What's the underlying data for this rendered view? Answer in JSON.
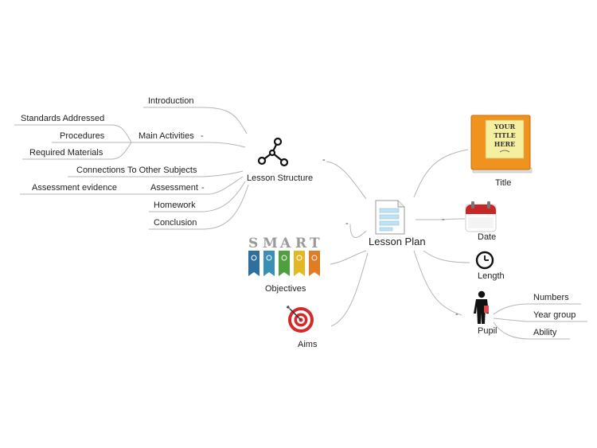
{
  "center": {
    "label": "Lesson Plan",
    "icon": "document-icon"
  },
  "lesson_structure": {
    "label": "Lesson Structure",
    "icon": "network-icon",
    "children": [
      {
        "label": "Introduction"
      },
      {
        "label": "Main Activities",
        "children": [
          {
            "label": "Standards Addressed"
          },
          {
            "label": "Procedures"
          },
          {
            "label": "Required Materials"
          }
        ]
      },
      {
        "label": "Connections To Other Subjects"
      },
      {
        "label": "Assessment",
        "children": [
          {
            "label": "Assessment evidence"
          }
        ]
      },
      {
        "label": "Homework"
      },
      {
        "label": "Conclusion"
      }
    ]
  },
  "objectives": {
    "label": "Objectives",
    "icon": "smart-ribbons-icon",
    "smart_letters": [
      "S",
      "M",
      "A",
      "R",
      "T"
    ]
  },
  "aims": {
    "label": "Aims",
    "icon": "dartboard-target-icon"
  },
  "title_node": {
    "label": "Title",
    "icon": "book-icon",
    "book_text": [
      "YOUR",
      "TITLE",
      "HERE"
    ]
  },
  "date_node": {
    "label": "Date",
    "icon": "calendar-icon"
  },
  "length_node": {
    "label": "Length",
    "icon": "clock-icon"
  },
  "pupil_node": {
    "label": "Pupil",
    "icon": "person-icon",
    "children": [
      {
        "label": "Numbers"
      },
      {
        "label": "Year group"
      },
      {
        "label": "Ability"
      }
    ]
  },
  "collapse_marker": "-",
  "colors": {
    "line": "#b5b5b5",
    "book": "#f0921e",
    "book_page": "#f7efa0",
    "target_red": "#d42a2a",
    "ribbons": [
      "#2f6f9e",
      "#3a8fb7",
      "#4e9f3d",
      "#e3b824",
      "#e07b26"
    ]
  }
}
